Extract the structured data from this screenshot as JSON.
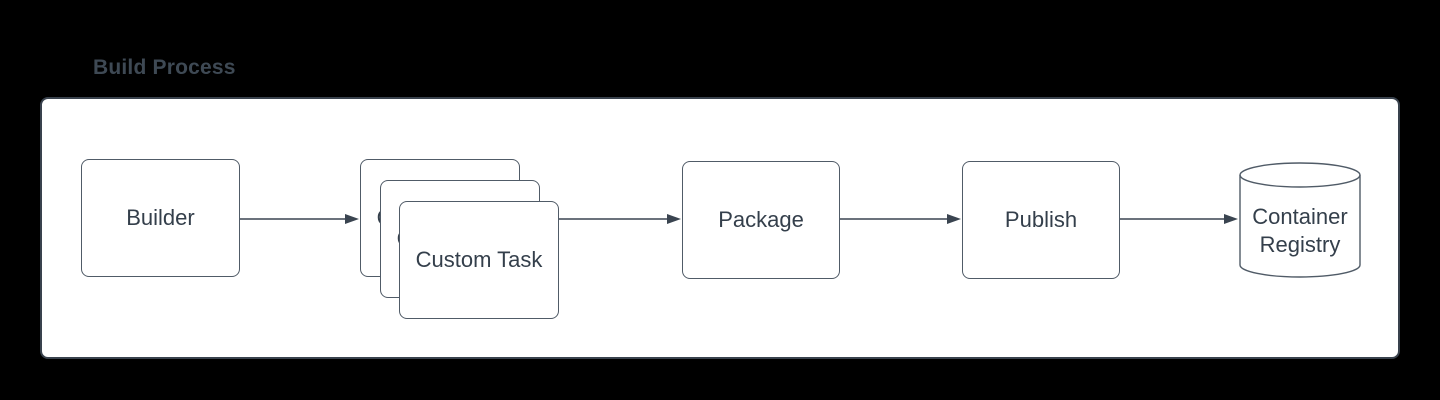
{
  "title": "Build Process",
  "colors": {
    "background": "#000000",
    "panel_background": "#ffffff",
    "panel_border": "#39424d",
    "node_border": "#505b67",
    "node_text": "#343f4b",
    "title_text": "#3e4954",
    "arrow": "#3a4450"
  },
  "diagram": {
    "type": "flowchart",
    "nodes": [
      {
        "id": "builder",
        "label": "Builder",
        "shape": "rounded-rect"
      },
      {
        "id": "custom-task",
        "label": "Custom Task",
        "shape": "stacked-rounded-rect",
        "stack_count": 3
      },
      {
        "id": "package",
        "label": "Package",
        "shape": "rounded-rect"
      },
      {
        "id": "publish",
        "label": "Publish",
        "shape": "rounded-rect"
      },
      {
        "id": "container-registry",
        "label": "Container Registry",
        "shape": "cylinder"
      }
    ],
    "edges": [
      {
        "from": "builder",
        "to": "custom-task",
        "style": "solid-arrow"
      },
      {
        "from": "custom-task",
        "to": "package",
        "style": "solid-arrow"
      },
      {
        "from": "package",
        "to": "publish",
        "style": "solid-arrow"
      },
      {
        "from": "publish",
        "to": "container-registry",
        "style": "solid-arrow"
      }
    ]
  }
}
